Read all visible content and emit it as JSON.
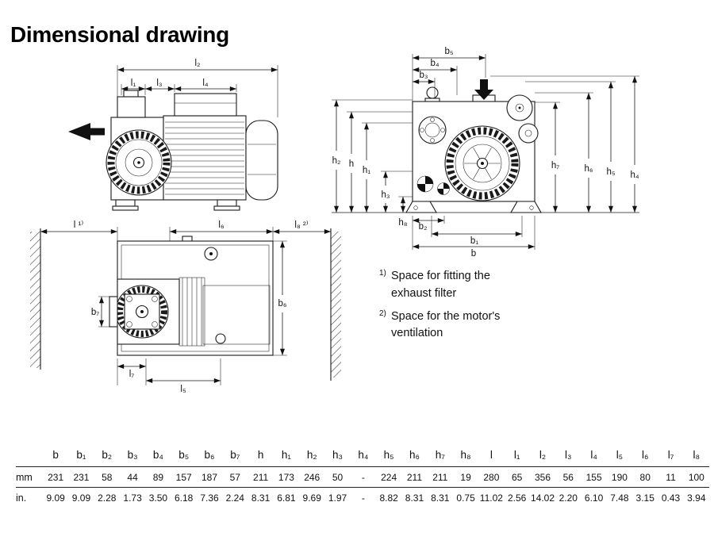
{
  "page": {
    "title": "Dimensional drawing"
  },
  "figure": {
    "footnotes": [
      {
        "marker": "1)",
        "text": "Space for fitting the exhaust filter"
      },
      {
        "marker": "2)",
        "text": "Space for the motor's ventilation"
      }
    ],
    "labels": {
      "side": {
        "l2": "l₂",
        "l1": "l₁",
        "l3": "l₃",
        "l4": "l₄"
      },
      "end": {
        "b5": "b₅",
        "b4": "b₄",
        "b3": "b₃",
        "h2": "h₂",
        "h": "h",
        "h1": "h₁",
        "h3": "h₃",
        "h8": "h₈",
        "h7": "h₇",
        "h6": "h₆",
        "h5": "h₅",
        "h4": "h₄",
        "b2": "b₂",
        "b1": "b₁",
        "b": "b"
      },
      "top": {
        "l": "l ¹⁾",
        "l6": "l₆",
        "l8": "l₈ ²⁾",
        "b6": "b₆",
        "b7": "b₇",
        "l7": "l₇",
        "l5": "l₅"
      }
    }
  },
  "table": {
    "columns": [
      "b",
      "b₁",
      "b₂",
      "b₃",
      "b₄",
      "b₅",
      "b₆",
      "b₇",
      "h",
      "h₁",
      "h₂",
      "h₃",
      "h₄",
      "h₅",
      "h₆",
      "h₇",
      "h₈",
      "l",
      "l₁",
      "l₂",
      "l₃",
      "l₄",
      "l₅",
      "l₆",
      "l₇",
      "l₈"
    ],
    "rows": [
      {
        "label": "mm",
        "values": [
          "231",
          "231",
          "58",
          "44",
          "89",
          "157",
          "187",
          "57",
          "211",
          "173",
          "246",
          "50",
          "-",
          "224",
          "211",
          "211",
          "19",
          "280",
          "65",
          "356",
          "56",
          "155",
          "190",
          "80",
          "11",
          "100"
        ]
      },
      {
        "label": "in.",
        "values": [
          "9.09",
          "9.09",
          "2.28",
          "1.73",
          "3.50",
          "6.18",
          "7.36",
          "2.24",
          "8.31",
          "6.81",
          "9.69",
          "1.97",
          "-",
          "8.82",
          "8.31",
          "8.31",
          "0.75",
          "11.02",
          "2.56",
          "14.02",
          "2.20",
          "6.10",
          "7.48",
          "3.15",
          "0.43",
          "3.94"
        ]
      }
    ]
  }
}
